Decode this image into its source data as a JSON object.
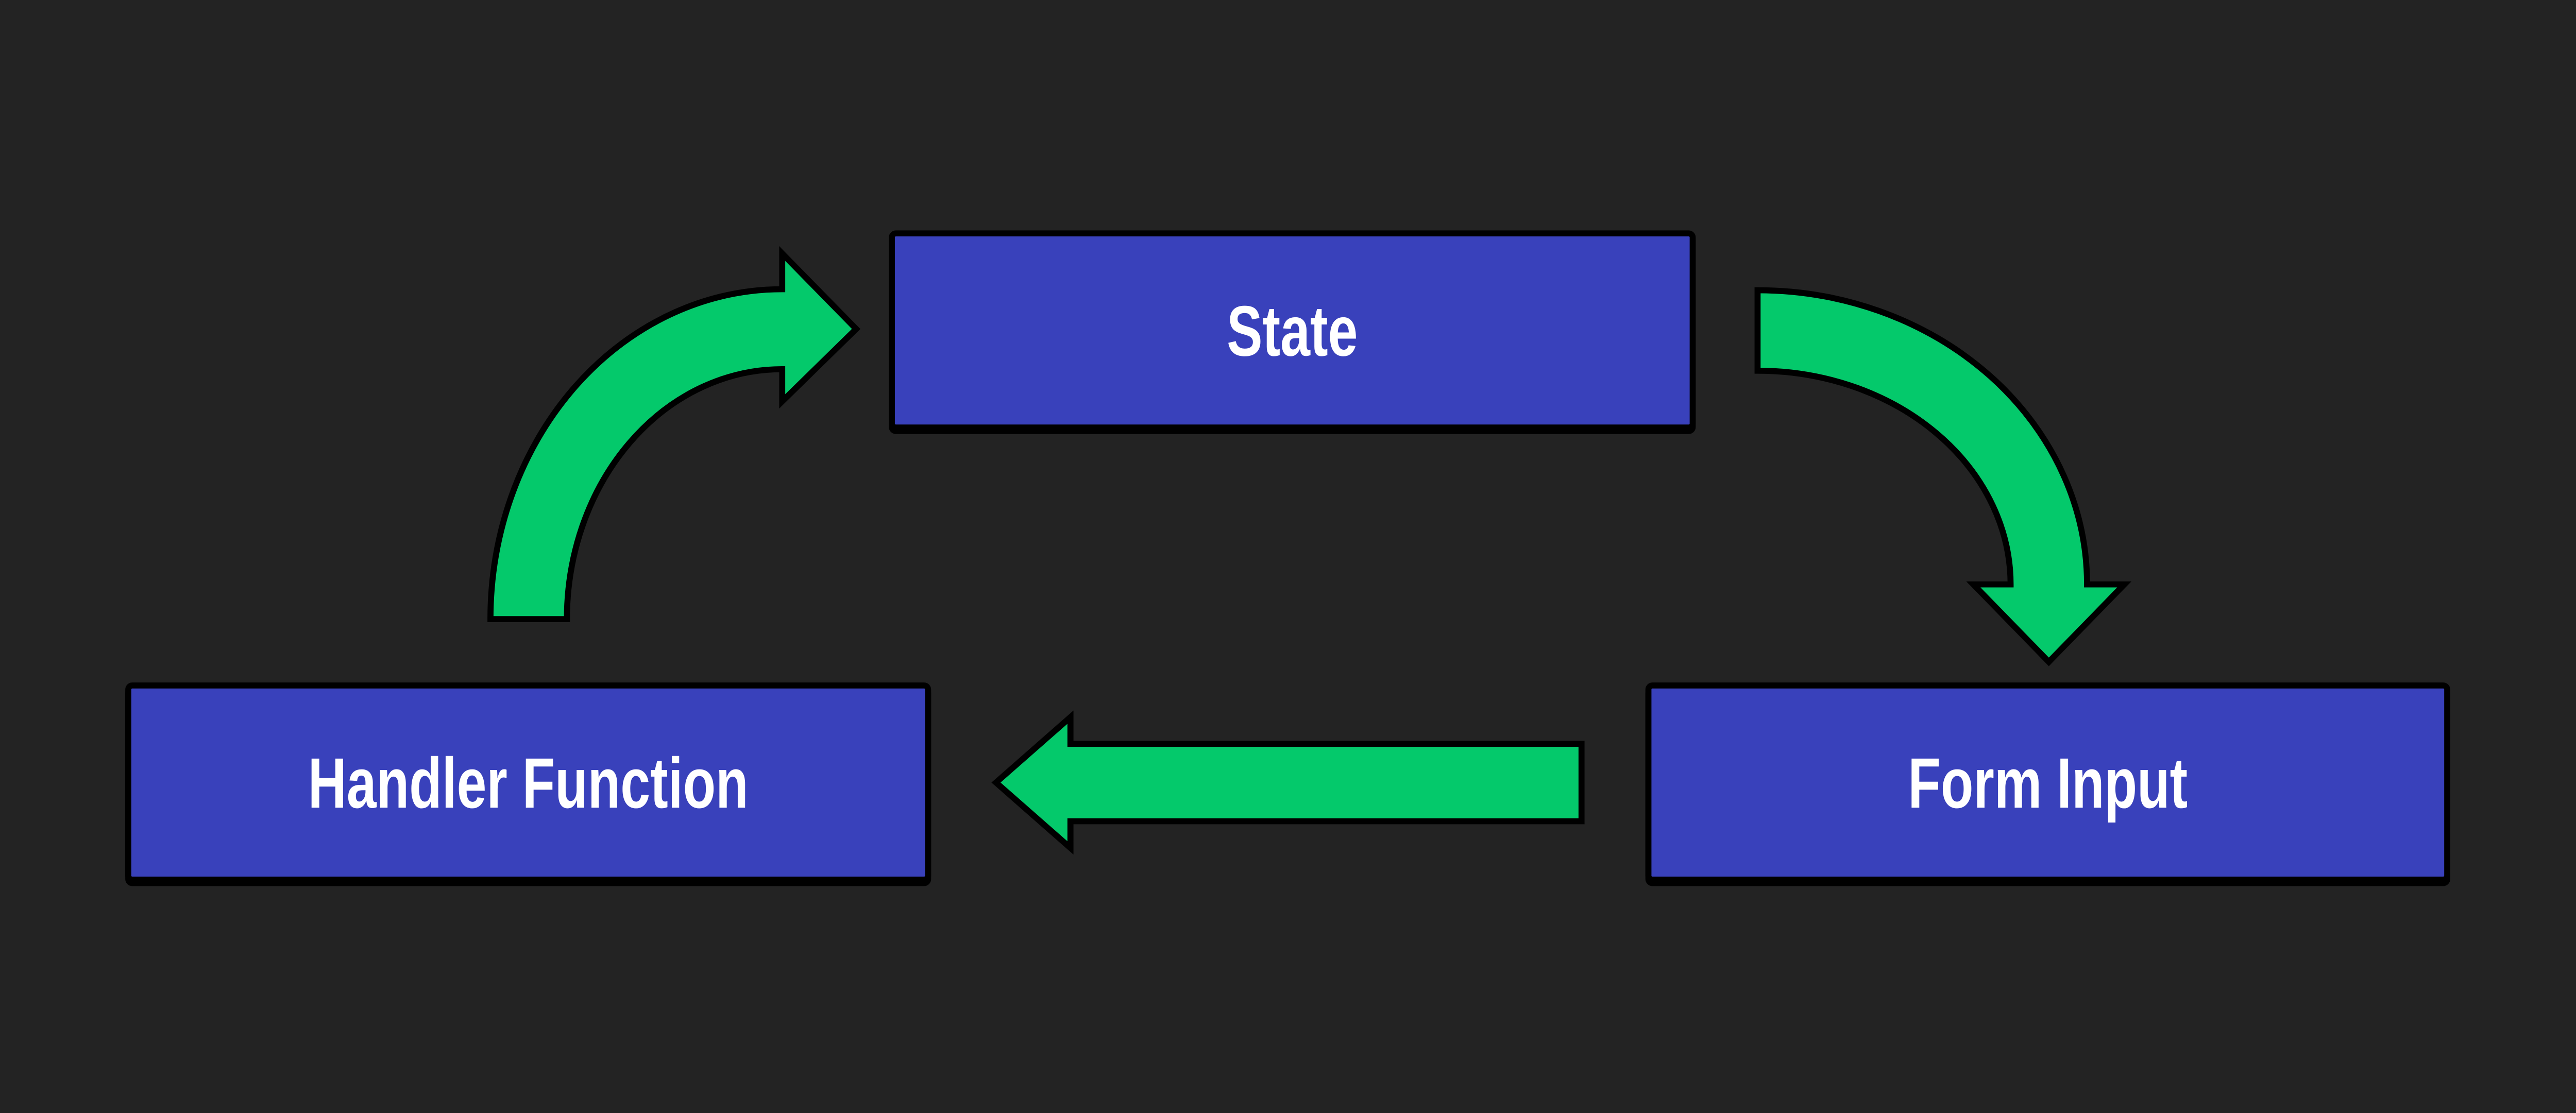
{
  "diagram": {
    "type": "cycle-flow-diagram",
    "background_color": "#232323",
    "node_fill_color": "#3941bb",
    "node_border_color": "#000000",
    "node_text_color": "#ffffff",
    "arrow_fill_color": "#04c96b",
    "arrow_outline_color": "#000000",
    "nodes": [
      {
        "id": "state",
        "label": "State",
        "position": "top-center"
      },
      {
        "id": "handler-function",
        "label": "Handler Function",
        "position": "bottom-left"
      },
      {
        "id": "form-input",
        "label": "Form Input",
        "position": "bottom-right"
      }
    ],
    "edges": [
      {
        "from": "handler-function",
        "to": "state",
        "style": "curved-arc",
        "direction": "up-right"
      },
      {
        "from": "state",
        "to": "form-input",
        "style": "curved-arc",
        "direction": "right-down"
      },
      {
        "from": "form-input",
        "to": "handler-function",
        "style": "straight",
        "direction": "left"
      }
    ]
  }
}
